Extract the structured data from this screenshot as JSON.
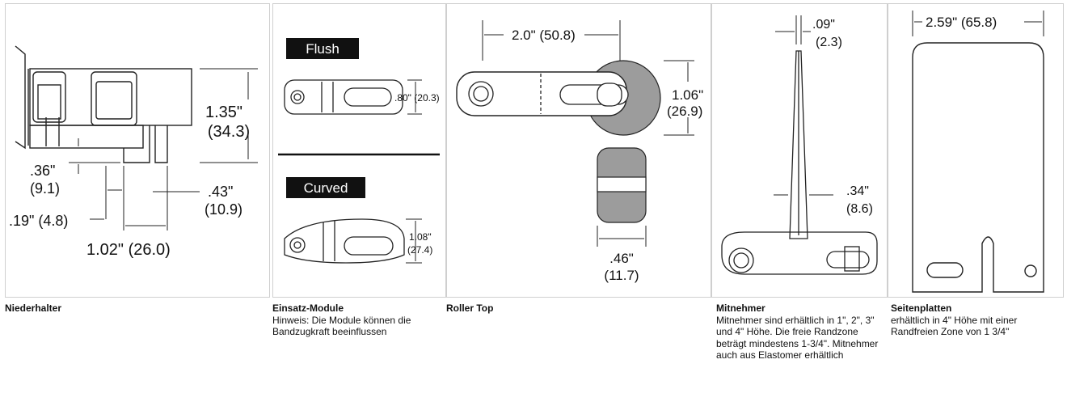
{
  "panels": {
    "niederhalter": {
      "caption_title": "Niederhalter",
      "dims": {
        "height_in": "1.35\"",
        "height_mm": "(34.3)",
        "a_in": ".36\"",
        "a_mm": "(9.1)",
        "b_in": ".43\"",
        "b_mm": "(10.9)",
        "c": ".19\" (4.8)",
        "width": "1.02\" (26.0)"
      }
    },
    "einsatz": {
      "caption_title": "Einsatz-Module",
      "caption_text": "Hinweis: Die Module können die Bandzugkraft beeinflussen",
      "flush_label": "Flush",
      "curved_label": "Curved",
      "flush_dim": ".80\" (20.3)",
      "curved_dim_in": "1.08\"",
      "curved_dim_mm": "(27.4)"
    },
    "roller": {
      "caption_title": "Roller Top",
      "dims": {
        "pitch": "2.0\" (50.8)",
        "diam_in": "1.06\"",
        "diam_mm": "(26.9)",
        "width_in": ".46\"",
        "width_mm": "(11.7)"
      }
    },
    "mitnehmer": {
      "caption_title": "Mitnehmer",
      "caption_text": "Mitnehmer sind erhältlich in 1\", 2\", 3\" und 4\" Höhe. Die freie Randzone beträgt mindestens 1-3/4\". Mitnehmer auch aus Elastomer erhältlich",
      "dims": {
        "top_in": ".09\"",
        "top_mm": "(2.3)",
        "base_in": ".34\"",
        "base_mm": "(8.6)"
      }
    },
    "seiten": {
      "caption_title": "Seitenplatten",
      "caption_text": "erhältlich in 4\" Höhe mit einer Randfreien Zone von 1 3/4\"",
      "dims": {
        "width": "2.59\" (65.8)"
      }
    }
  }
}
